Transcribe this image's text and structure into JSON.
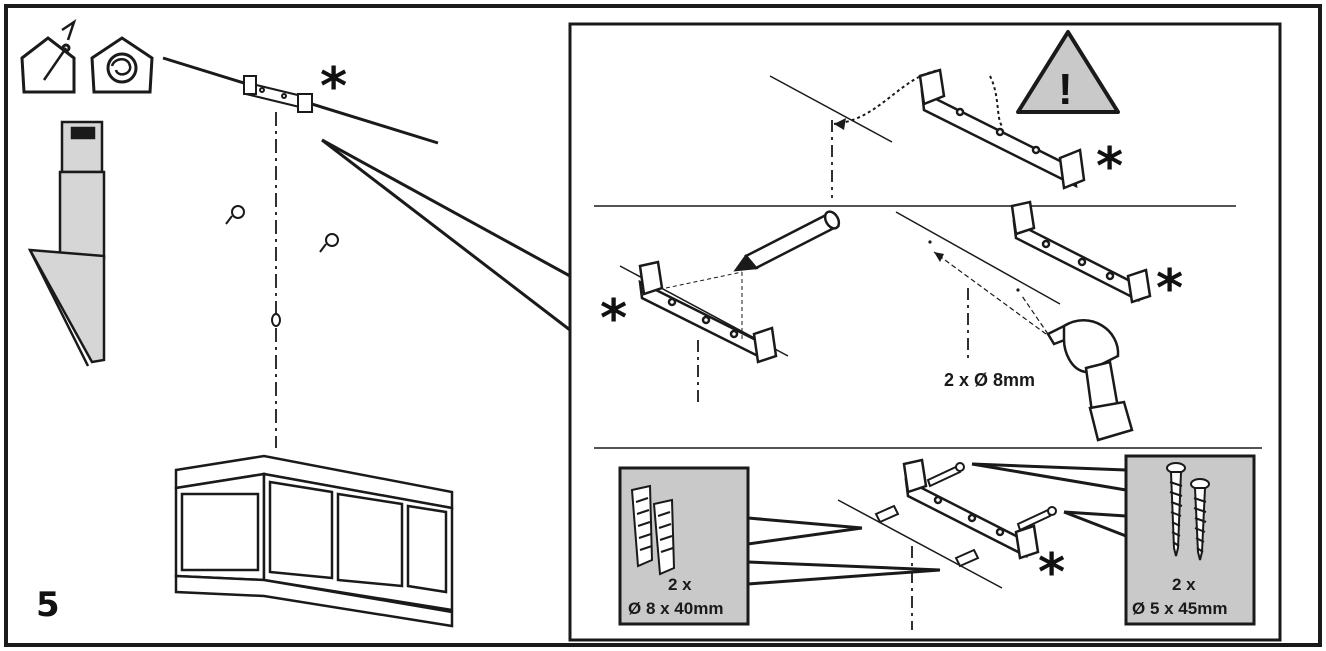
{
  "step_number": "5",
  "asterisk": "*",
  "warning": {
    "symbol": "!",
    "fill_color": "#c9c9c9"
  },
  "icons": {
    "left": "house-install-icon",
    "right": "house-recirculation-icon"
  },
  "labels": {
    "drill_hole": "2 x Ø 8mm",
    "plugs_qty": "2 x",
    "plugs_size": "Ø 8 x 40mm",
    "screws_qty": "2 x",
    "screws_size": "Ø 5 x 45mm"
  },
  "colors": {
    "frame": "#1a1a1a",
    "panel_fill": "#c9c9c9",
    "hood_fill": "#d6d6d6"
  }
}
